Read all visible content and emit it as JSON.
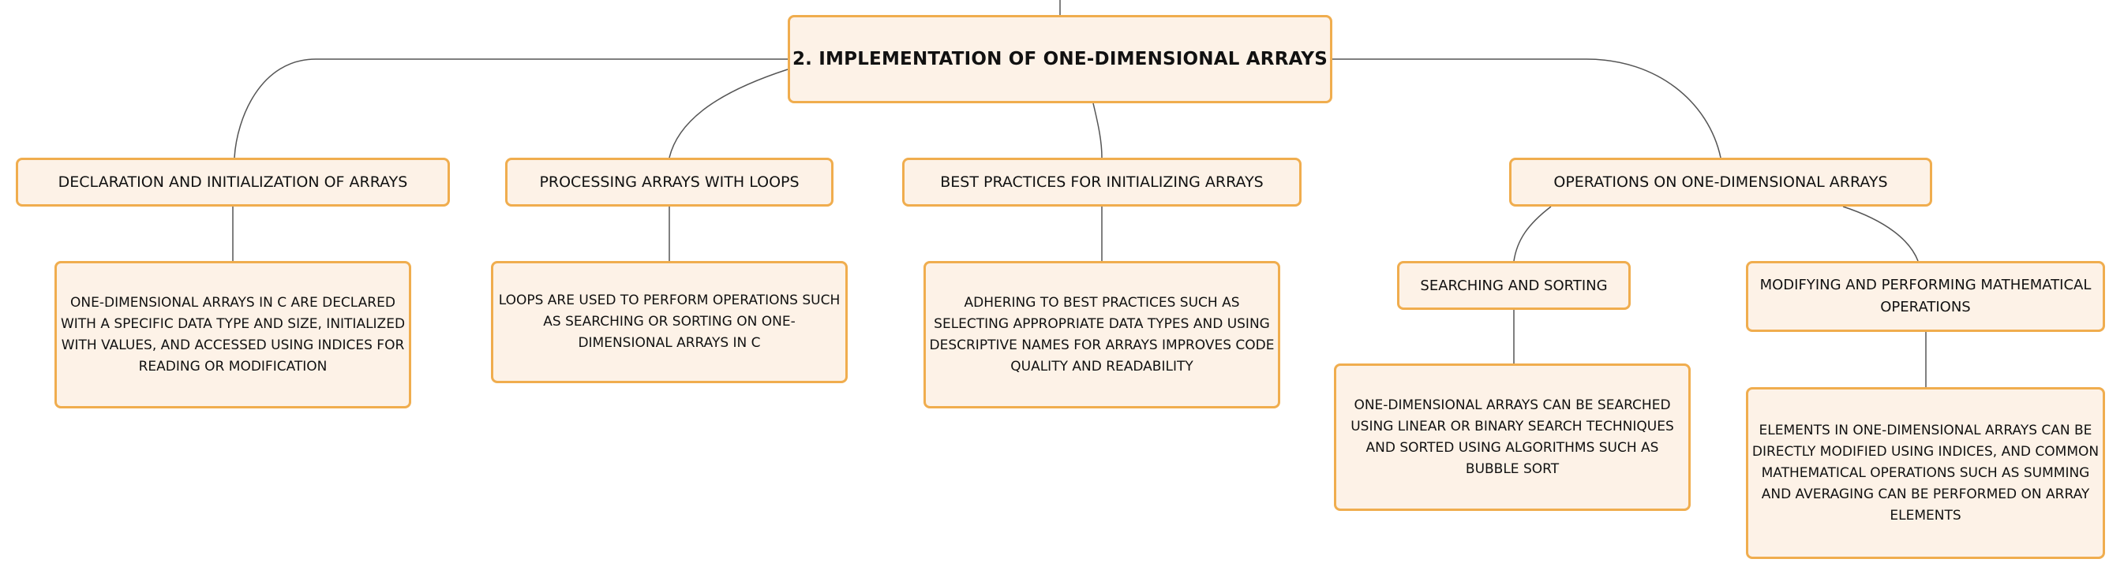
{
  "root": {
    "title": "2. IMPLEMENTATION OF ONE-DIMENSIONAL ARRAYS"
  },
  "branches": [
    {
      "title": "DECLARATION AND INITIALIZATION OF ARRAYS",
      "detail": "ONE-DIMENSIONAL ARRAYS IN C ARE DECLARED WITH A SPECIFIC DATA TYPE AND SIZE, INITIALIZED WITH VALUES, AND ACCESSED USING INDICES FOR READING OR MODIFICATION"
    },
    {
      "title": "PROCESSING ARRAYS WITH LOOPS",
      "detail": "LOOPS ARE USED TO PERFORM OPERATIONS SUCH AS SEARCHING OR SORTING ON ONE-DIMENSIONAL ARRAYS IN C"
    },
    {
      "title": "BEST PRACTICES FOR INITIALIZING ARRAYS",
      "detail": "ADHERING TO BEST PRACTICES SUCH AS SELECTING APPROPRIATE DATA TYPES AND USING DESCRIPTIVE NAMES FOR ARRAYS IMPROVES CODE QUALITY AND READABILITY"
    },
    {
      "title": "OPERATIONS ON ONE-DIMENSIONAL ARRAYS",
      "children": [
        {
          "title": "SEARCHING AND SORTING",
          "detail": "ONE-DIMENSIONAL ARRAYS CAN BE SEARCHED USING LINEAR OR BINARY SEARCH TECHNIQUES AND SORTED USING ALGORITHMS SUCH AS BUBBLE SORT"
        },
        {
          "title": "MODIFYING AND PERFORMING MATHEMATICAL OPERATIONS",
          "detail": "ELEMENTS IN ONE-DIMENSIONAL ARRAYS CAN BE DIRECTLY MODIFIED USING INDICES, AND COMMON MATHEMATICAL OPERATIONS SUCH AS SUMMING AND AVERAGING CAN BE PERFORMED ON ARRAY ELEMENTS"
        }
      ]
    }
  ],
  "colors": {
    "node_fill": "#fdf2e7",
    "node_border": "#f0ad4e",
    "connector": "#555555",
    "text": "#111111"
  }
}
